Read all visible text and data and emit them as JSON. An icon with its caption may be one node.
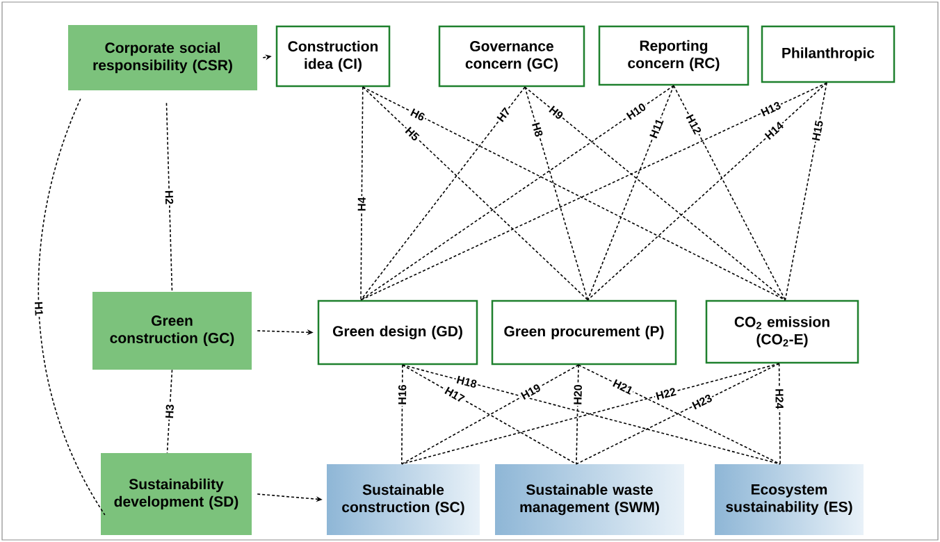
{
  "diagram": {
    "nodes": [
      {
        "text": [
          "Corporate social responsibility (CSR)"
        ]
      },
      {
        "text": [
          "Construction idea (CI)"
        ]
      },
      {
        "text": [
          "Governance concern (GC)"
        ]
      },
      {
        "text": [
          "Reporting concern (RC)"
        ]
      },
      {
        "text": [
          "Philanthropic"
        ]
      },
      {
        "text": [
          "Green construction (GC)"
        ]
      },
      {
        "text": [
          "Green design (GD)"
        ]
      },
      {
        "text": [
          "Green procurement (P)"
        ]
      },
      {
        "text": [
          "CO$_{2}$ emission (CO$_{2}$-E)"
        ]
      },
      {
        "text": [
          "Sustainability development (SD)"
        ]
      },
      {
        "text": [
          "Sustainable construction (SC)"
        ]
      },
      {
        "text": [
          "Sustainable waste management (SWM)"
        ]
      },
      {
        "text": [
          "Ecosystem sustainability (ES)"
        ]
      }
    ],
    "edges": [
      {
        "from": 0,
        "to": 1,
        "arrow": "to",
        "style": "dashed"
      },
      {
        "from": 5,
        "to": 6,
        "arrow": "to",
        "style": "dashed"
      },
      {
        "from": 9,
        "to": 10,
        "arrow": "to",
        "style": "dashed"
      },
      {
        "from": 0,
        "to": 9,
        "arrow": "none",
        "label": "H1",
        "style": "dashed"
      },
      {
        "from": 0,
        "to": 5,
        "arrow": "none",
        "label": "H2",
        "style": "dashed"
      },
      {
        "from": 5,
        "to": 9,
        "arrow": "none",
        "label": "H3",
        "style": "dashed"
      },
      {
        "from": 1,
        "to": 6,
        "arrow": "none",
        "label": "H4",
        "style": "dashed"
      },
      {
        "from": 1,
        "to": 7,
        "arrow": "none",
        "label": "H5",
        "style": "dashed"
      },
      {
        "from": 1,
        "to": 8,
        "arrow": "none",
        "label": "H6",
        "style": "dashed"
      },
      {
        "from": 2,
        "to": 6,
        "arrow": "none",
        "label": "H7",
        "style": "dashed"
      },
      {
        "from": 2,
        "to": 7,
        "arrow": "none",
        "label": "H8",
        "style": "dashed"
      },
      {
        "from": 2,
        "to": 8,
        "arrow": "none",
        "label": "H9",
        "style": "dashed"
      },
      {
        "from": 3,
        "to": 6,
        "arrow": "none",
        "label": "H10",
        "style": "dashed"
      },
      {
        "from": 3,
        "to": 7,
        "arrow": "none",
        "label": "H11",
        "style": "dashed"
      },
      {
        "from": 3,
        "to": 8,
        "arrow": "none",
        "label": "H12",
        "style": "dashed"
      },
      {
        "from": 4,
        "to": 6,
        "arrow": "none",
        "label": "H13",
        "style": "dashed"
      },
      {
        "from": 4,
        "to": 7,
        "arrow": "none",
        "label": "H14",
        "style": "dashed"
      },
      {
        "from": 4,
        "to": 8,
        "arrow": "none",
        "label": "H15",
        "style": "dashed"
      },
      {
        "from": 6,
        "to": 10,
        "arrow": "none",
        "label": "H16",
        "style": "dashed"
      },
      {
        "from": 6,
        "to": 11,
        "arrow": "none",
        "label": "H17",
        "style": "dashed"
      },
      {
        "from": 6,
        "to": 12,
        "arrow": "none",
        "label": "H18",
        "style": "dashed"
      },
      {
        "from": 7,
        "to": 10,
        "arrow": "none",
        "label": "H19",
        "style": "dashed"
      },
      {
        "from": 7,
        "to": 11,
        "arrow": "none",
        "label": "H20",
        "style": "dashed"
      },
      {
        "from": 7,
        "to": 12,
        "arrow": "none",
        "label": "H21",
        "style": "dashed"
      },
      {
        "from": 8,
        "to": 10,
        "arrow": "none",
        "label": "H22",
        "style": "dashed"
      },
      {
        "from": 8,
        "to": 11,
        "arrow": "none",
        "label": "H23",
        "style": "dashed"
      },
      {
        "from": 8,
        "to": 12,
        "arrow": "none",
        "label": "H24",
        "style": "dashed"
      }
    ]
  }
}
